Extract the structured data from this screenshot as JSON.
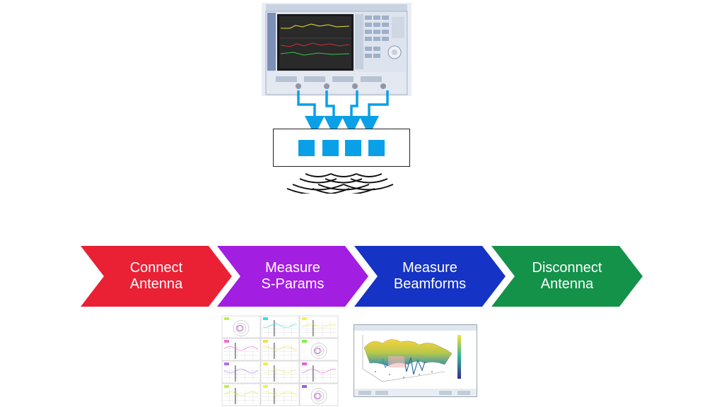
{
  "process": {
    "steps": [
      {
        "label": "Connect\nAntenna",
        "color": "#ea2034"
      },
      {
        "label": "Measure\nS-Params",
        "color": "#a21ee0"
      },
      {
        "label": "Measure\nBeamforms",
        "color": "#1533c4"
      },
      {
        "label": "Disconnect\nAntenna",
        "color": "#14924a"
      }
    ]
  },
  "instrument": {
    "icon": "vector-network-analyzer-icon",
    "ports": 4,
    "panel_color": "#dde4ef",
    "screen_color": "#1a1a1a"
  },
  "array": {
    "elements": 4,
    "element_color": "#0aa0e8",
    "arrow_color": "#0aa0e8"
  },
  "thumbnails": {
    "sparams": {
      "icon": "s-parameter-grid-icon",
      "plot_count": 12
    },
    "beamform": {
      "icon": "3d-beam-pattern-icon"
    }
  }
}
